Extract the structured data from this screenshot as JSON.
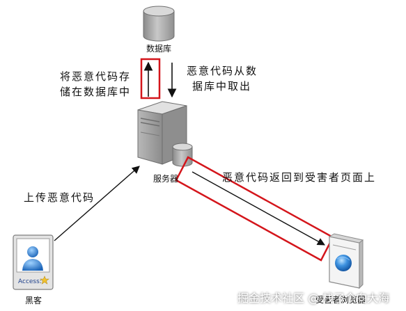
{
  "nodes": {
    "database": {
      "label": "数据库"
    },
    "server": {
      "label": "服务器"
    },
    "hacker": {
      "label": "黑客",
      "badge_text": "Access:"
    },
    "victim_browser": {
      "label": "受害者浏览器"
    }
  },
  "edges": {
    "store_label_line1": "将恶意代码存",
    "store_label_line2": "储在数据库中",
    "fetch_label_line1": "恶意代码从数",
    "fetch_label_line2": "据库中取出",
    "upload_label": "上传恶意代码",
    "return_label": "恶意代码返回到受害者页面上"
  },
  "colors": {
    "highlight": "#d4151b",
    "arrow": "#111111",
    "icon_gray": "#9a9a9a",
    "globe_blue": "#1e6fc4"
  },
  "watermark": "掘金技术社区 @ 栈了个向大海"
}
